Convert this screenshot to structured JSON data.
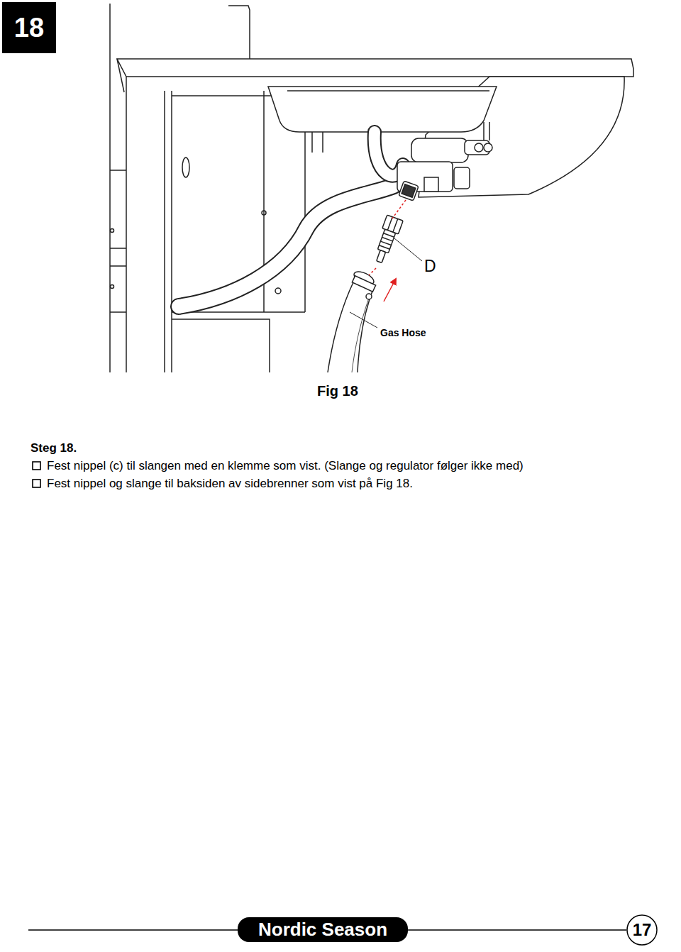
{
  "diagram": {
    "caption": "Fig 18",
    "nodes": [
      {
        "text": [
          "18"
        ]
      },
      {
        "text": [
          "Nordic Season"
        ]
      },
      {
        "text": [
          "17"
        ]
      }
    ],
    "labels": [
      "D",
      "Gas Hose",
      "Steg 18.",
      "Fest nippel (c) til slangen med en klemme som vist. (Slange og regulator følger ikke med)",
      "Fest nippel og slange til baksiden av sidebrenner som vist på Fig 18."
    ]
  }
}
